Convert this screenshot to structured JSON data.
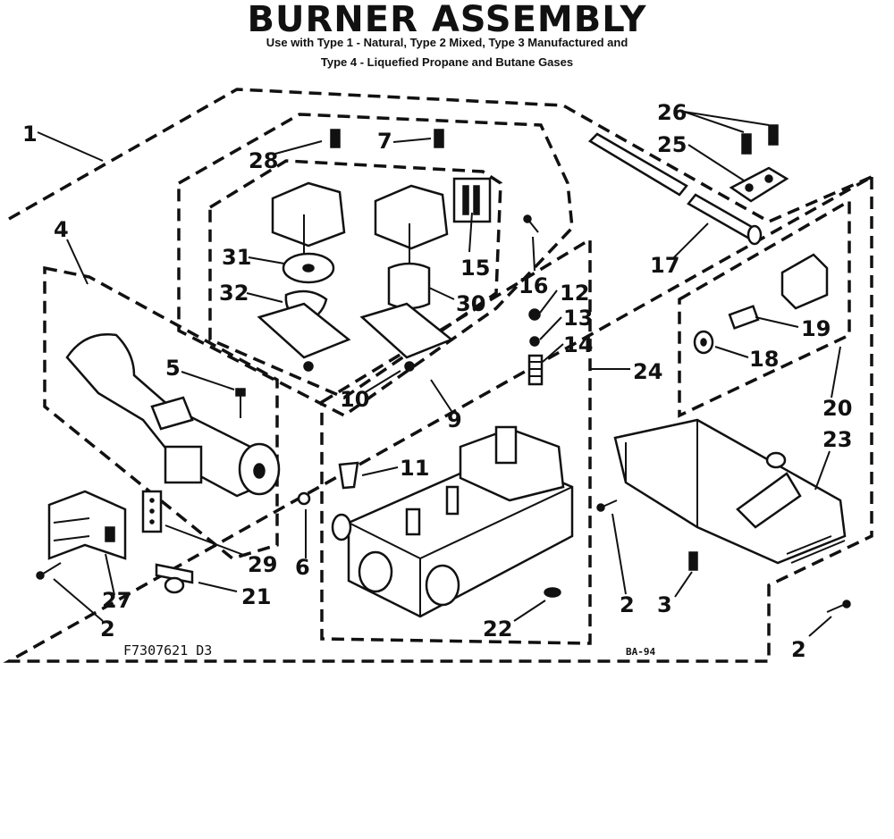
{
  "title": "BURNER ASSEMBLY",
  "subtitle_line1": "Use with Type 1 - Natural, Type 2  Mixed, Type 3  Manufactured and",
  "subtitle_line2": "Type 4 - Liquefied Propane and Butane Gases",
  "drawing_code": "F7307621 D3",
  "page_code": "BA-94",
  "callouts": {
    "c1": "1",
    "c2a": "2",
    "c2b": "2",
    "c2c": "2",
    "c3": "3",
    "c4": "4",
    "c5": "5",
    "c6": "6",
    "c7": "7",
    "c9": "9",
    "c10": "10",
    "c11": "11",
    "c12": "12",
    "c13": "13",
    "c14": "14",
    "c15": "15",
    "c16": "16",
    "c17": "17",
    "c18": "18",
    "c19": "19",
    "c20": "20",
    "c21": "21",
    "c22": "22",
    "c23": "23",
    "c24": "24",
    "c25": "25",
    "c26": "26",
    "c27": "27",
    "c28": "28",
    "c29": "29",
    "c30": "30",
    "c31": "31",
    "c32": "32"
  }
}
